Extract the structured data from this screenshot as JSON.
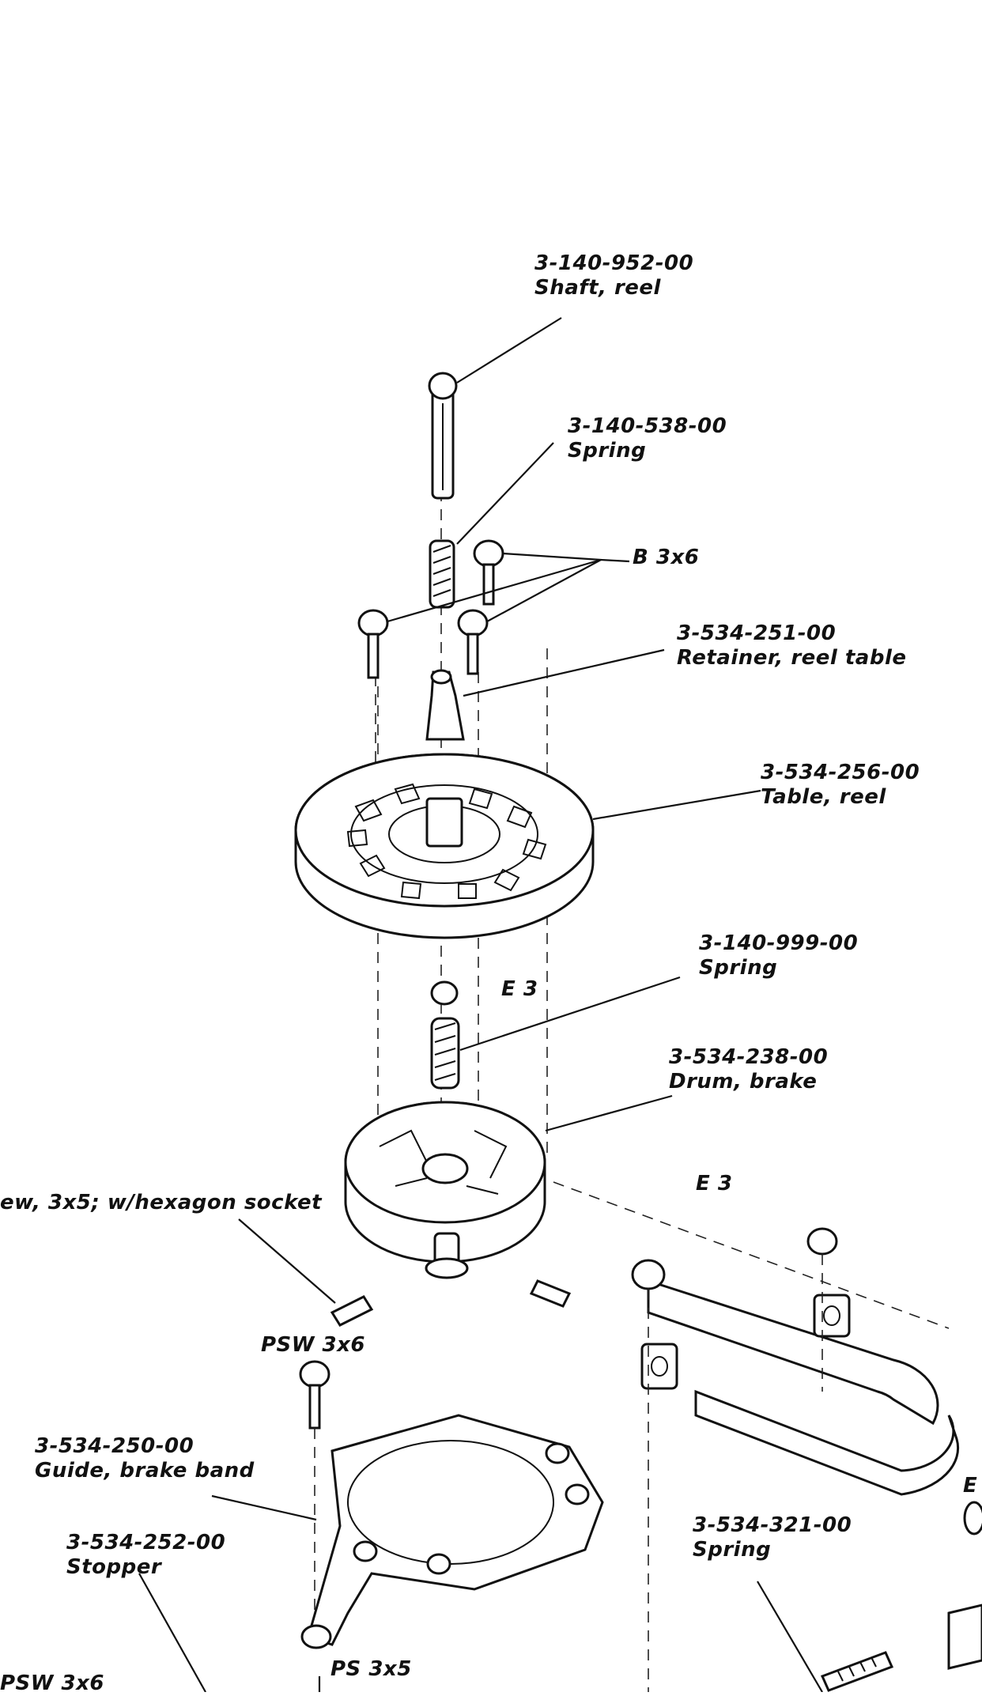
{
  "parts": [
    {
      "id": "shaft-reel",
      "part_no": "3-140-952-00",
      "name": "Shaft, reel"
    },
    {
      "id": "spring-upper",
      "part_no": "3-140-538-00",
      "name": "Spring"
    },
    {
      "id": "screw-b3x6",
      "part_no": "",
      "name": "B 3x6"
    },
    {
      "id": "retainer-reel-table",
      "part_no": "3-534-251-00",
      "name": "Retainer, reel table"
    },
    {
      "id": "table-reel",
      "part_no": "3-534-256-00",
      "name": "Table, reel"
    },
    {
      "id": "spring-middle",
      "part_no": "3-140-999-00",
      "name": "Spring"
    },
    {
      "id": "e3-upper",
      "part_no": "",
      "name": "E 3"
    },
    {
      "id": "drum-brake",
      "part_no": "3-534-238-00",
      "name": "Drum, brake"
    },
    {
      "id": "e3-lower",
      "part_no": "",
      "name": "E 3"
    },
    {
      "id": "screw-hex-socket",
      "part_no": "",
      "name": "ew, 3x5; w/hexagon socket"
    },
    {
      "id": "psw-3x6-upper",
      "part_no": "",
      "name": "PSW 3x6"
    },
    {
      "id": "guide-brake-band",
      "part_no": "3-534-250-00",
      "name": "Guide, brake band"
    },
    {
      "id": "stopper",
      "part_no": "3-534-252-00",
      "name": "Stopper"
    },
    {
      "id": "spring-lower",
      "part_no": "3-534-321-00",
      "name": "Spring"
    },
    {
      "id": "ps-3x5",
      "part_no": "",
      "name": "PS 3x5"
    },
    {
      "id": "psw-3x6-lower",
      "part_no": "",
      "name": "PSW 3x6"
    },
    {
      "id": "e-edge",
      "part_no": "",
      "name": "E"
    }
  ]
}
